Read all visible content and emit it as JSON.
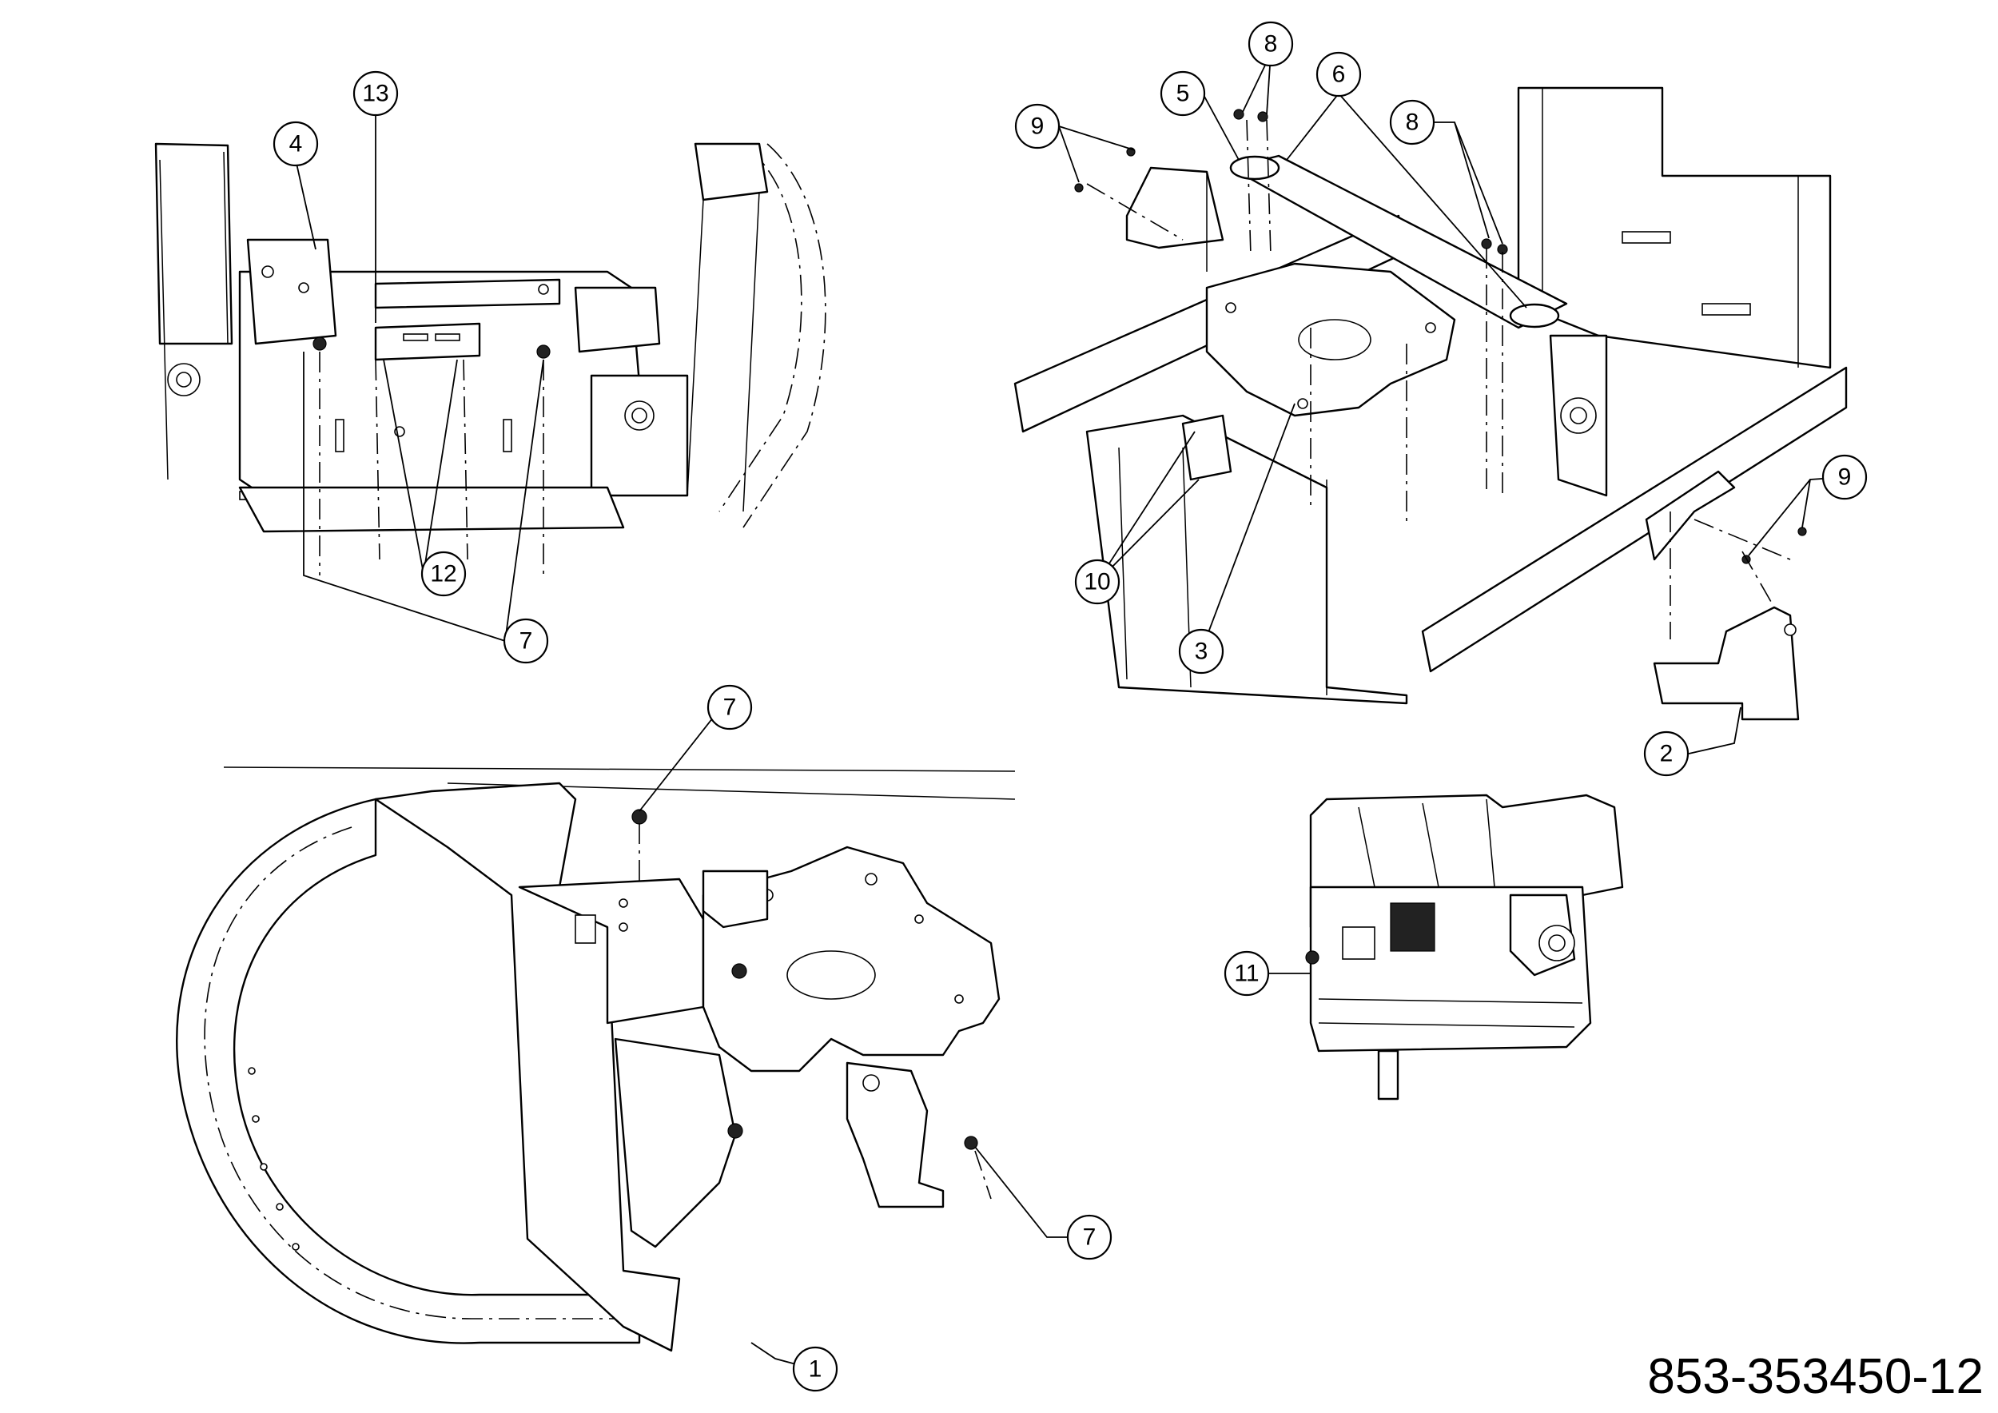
{
  "document": {
    "number": "853-353450-12"
  },
  "views": {
    "top_left": {
      "callouts": [
        "4",
        "13",
        "12",
        "7"
      ]
    },
    "top_right": {
      "callouts": [
        "5",
        "8",
        "6",
        "9",
        "8",
        "10",
        "3",
        "9",
        "2"
      ]
    },
    "bottom_left": {
      "callouts": [
        "7",
        "7",
        "1"
      ]
    },
    "engine": {
      "callouts": [
        "11"
      ]
    }
  }
}
